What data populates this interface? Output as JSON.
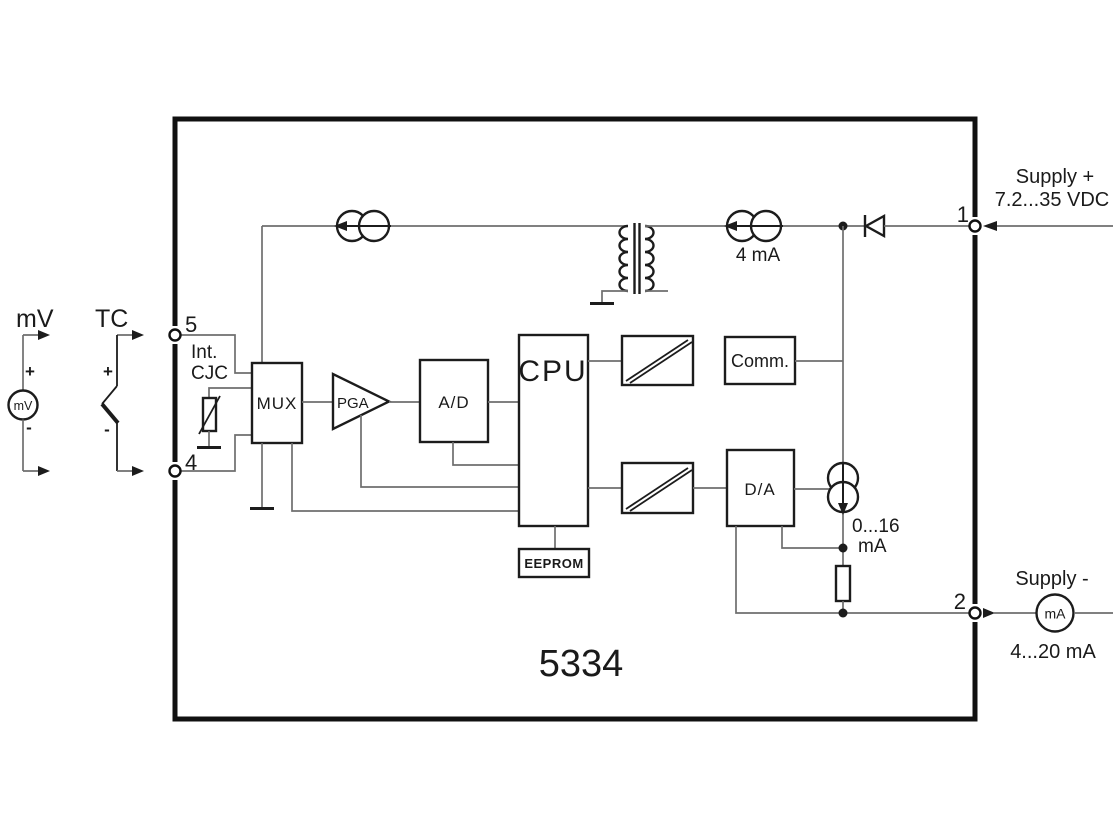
{
  "device": {
    "model": "5334"
  },
  "colors": {
    "background": "#ffffff",
    "wire": "#6e6e6e",
    "outline": "#1c1c1c",
    "border": "#111111",
    "text": "#1a1a1a"
  },
  "left_inputs": {
    "mv": {
      "label": "mV",
      "source_symbol": "mV",
      "plus": "+",
      "minus": "-"
    },
    "tc": {
      "label": "TC",
      "plus": "+",
      "minus": "-"
    }
  },
  "terminals": {
    "t5": "5",
    "t4": "4",
    "t1": "1",
    "t2": "2"
  },
  "cjc": {
    "line1": "Int.",
    "line2": "CJC"
  },
  "blocks": {
    "mux": "MUX",
    "pga": "PGA",
    "adc": "A/D",
    "cpu": "CPU",
    "eeprom": "EEPROM",
    "comm": "Comm.",
    "dac": "D/A"
  },
  "currents": {
    "bias": "4 mA",
    "dac_range_line1": "0...16",
    "dac_range_line2": "mA",
    "meter_symbol": "mA",
    "loop": "4...20 mA"
  },
  "supply": {
    "plus_label": "Supply +",
    "plus_range": "7.2...35 VDC",
    "minus_label": "Supply -"
  }
}
